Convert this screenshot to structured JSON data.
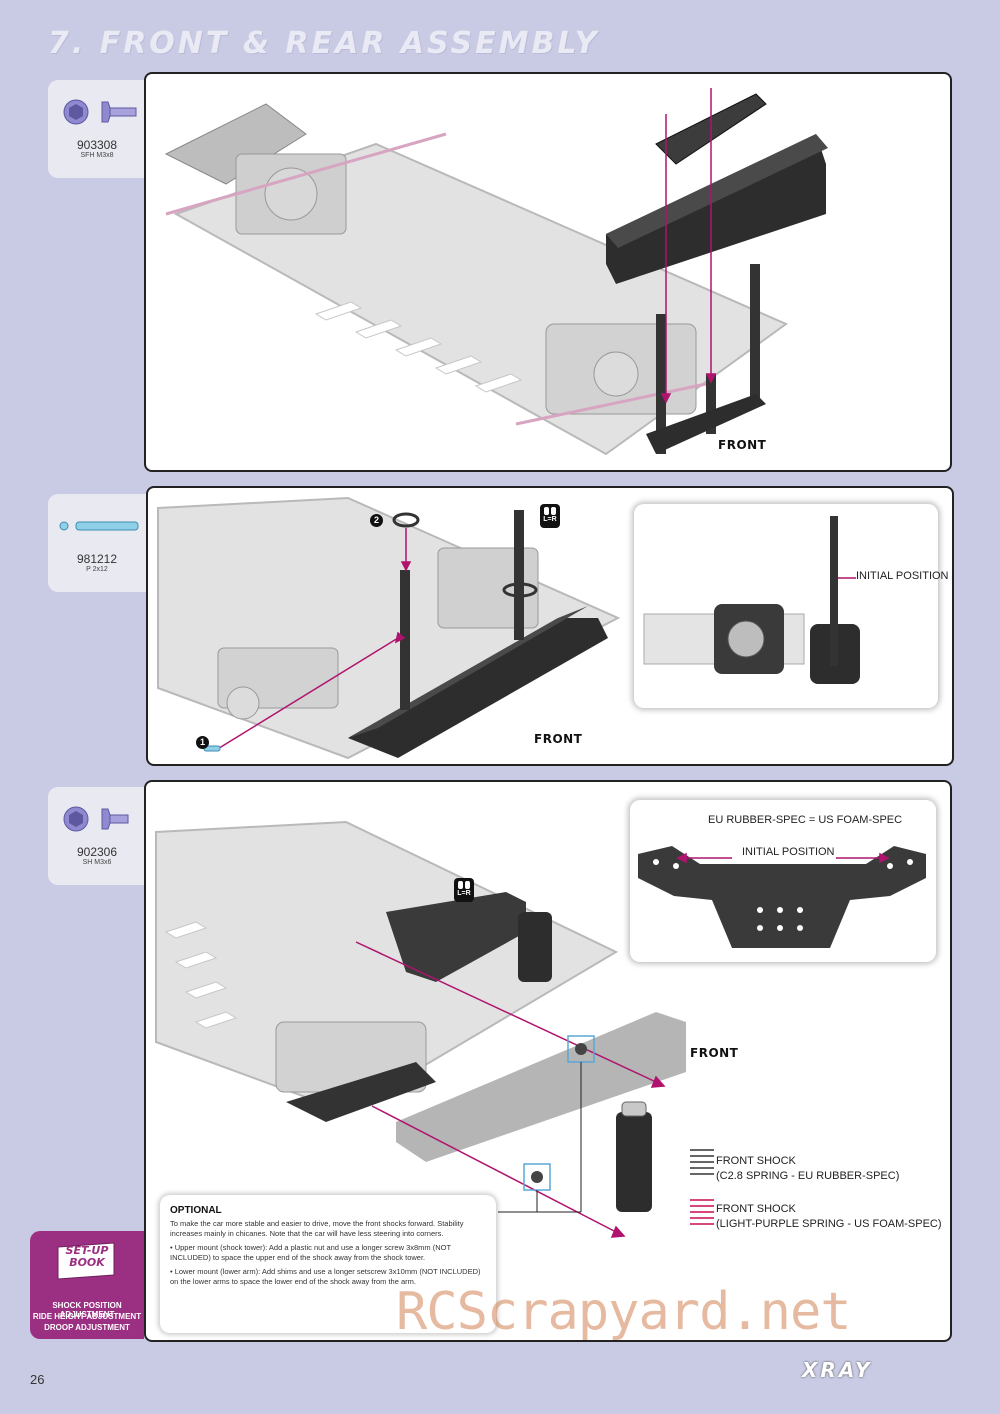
{
  "header": {
    "title": "7. FRONT & REAR ASSEMBLY"
  },
  "parts": [
    {
      "code": "903308",
      "desc": "SFH M3x8",
      "icon": "flat-head-screw-icon"
    },
    {
      "code": "981212",
      "desc": "P 2x12",
      "icon": "pin-icon"
    },
    {
      "code": "902306",
      "desc": "SH M3x6",
      "icon": "flat-head-screw-icon"
    }
  ],
  "panel1": {
    "front_label": "FRONT"
  },
  "panel2": {
    "front_label": "FRONT",
    "step1": "1",
    "step2": "2",
    "badge": "L=R",
    "inset": {
      "label": "INITIAL POSITION"
    }
  },
  "panel3": {
    "front_label": "FRONT",
    "badge": "L=R",
    "inset": {
      "title": "EU RUBBER-SPEC = US FOAM-SPEC",
      "label": "INITIAL POSITION"
    },
    "shock1": {
      "line1": "FRONT SHOCK",
      "line2": "(C2.8 SPRING - EU RUBBER-SPEC)"
    },
    "shock2": {
      "line1": "FRONT SHOCK",
      "line2": "(LIGHT-PURPLE SPRING - US FOAM-SPEC)"
    }
  },
  "optional": {
    "title": "OPTIONAL",
    "intro": "To make the car more stable and easier to drive, move the front shocks forward. Stability increases mainly in chicanes. Note that the car will have less steering into corners.",
    "upper": "• Upper mount (shock tower): Add a plastic nut and use a longer screw 3x8mm (NOT INCLUDED) to space the upper end of the shock away from the shock tower.",
    "lower": "• Lower mount (lower arm): Add shims and use a longer setscrew 3x10mm (NOT INCLUDED) on the lower arms to space the lower end of the shock away from the arm."
  },
  "setup_book": {
    "title_line1": "SET-UP",
    "title_line2": "BOOK",
    "topics": [
      "SHOCK POSITION ADJUSTMENT",
      "RIDE HEIGHT ADJUSTMENT",
      "DROOP ADJUSTMENT"
    ]
  },
  "footer": {
    "page_number": "26",
    "brand": "XRAY"
  },
  "watermark": "RCScrapyard.net",
  "colors": {
    "background": "#c9cbe4",
    "accent": "#9b2f82",
    "arrow": "#b0136e",
    "highlight": "#5aa7d6"
  }
}
